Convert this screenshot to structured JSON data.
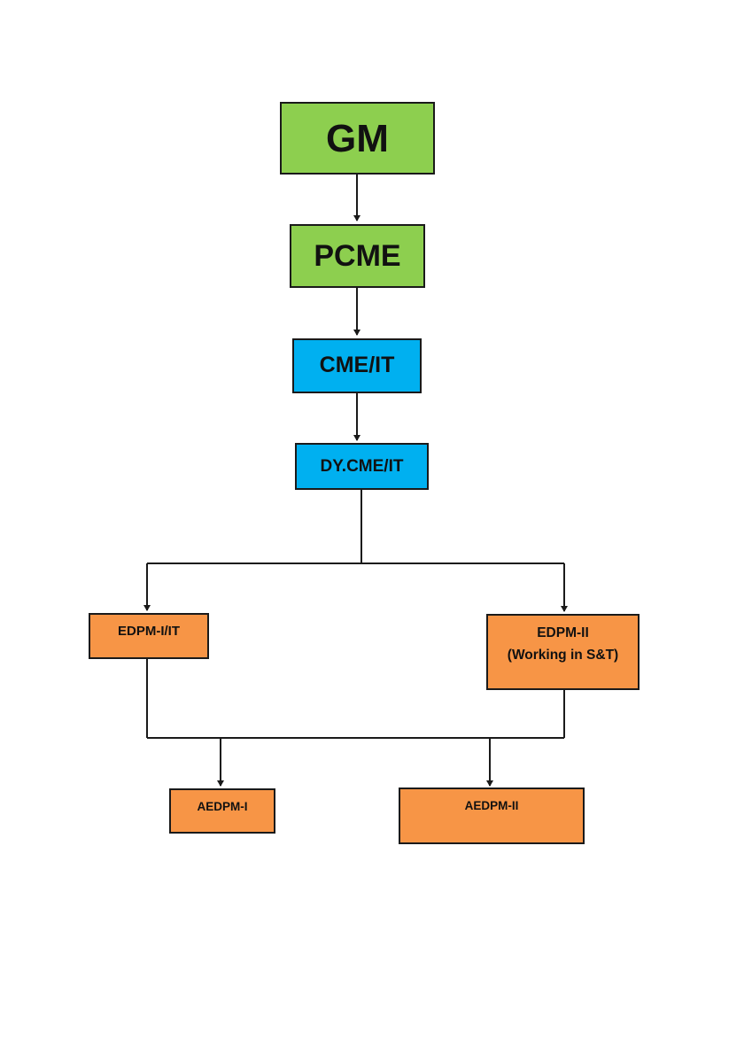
{
  "colors": {
    "level1": "#8dcf4f",
    "level2": "#00b0f0",
    "level3": "#f79546",
    "line": "#1a1a1a"
  },
  "nodes": {
    "gm": "GM",
    "pcme": "PCME",
    "cme_it": "CME/IT",
    "dy_cme_it": "DY.CME/IT",
    "edpm_1": "EDPM-I/IT",
    "edpm_2_line1": "EDPM-II",
    "edpm_2_line2": "(Working in S&T)",
    "aedpm_1": "AEDPM-I",
    "aedpm_2": "AEDPM-II"
  }
}
